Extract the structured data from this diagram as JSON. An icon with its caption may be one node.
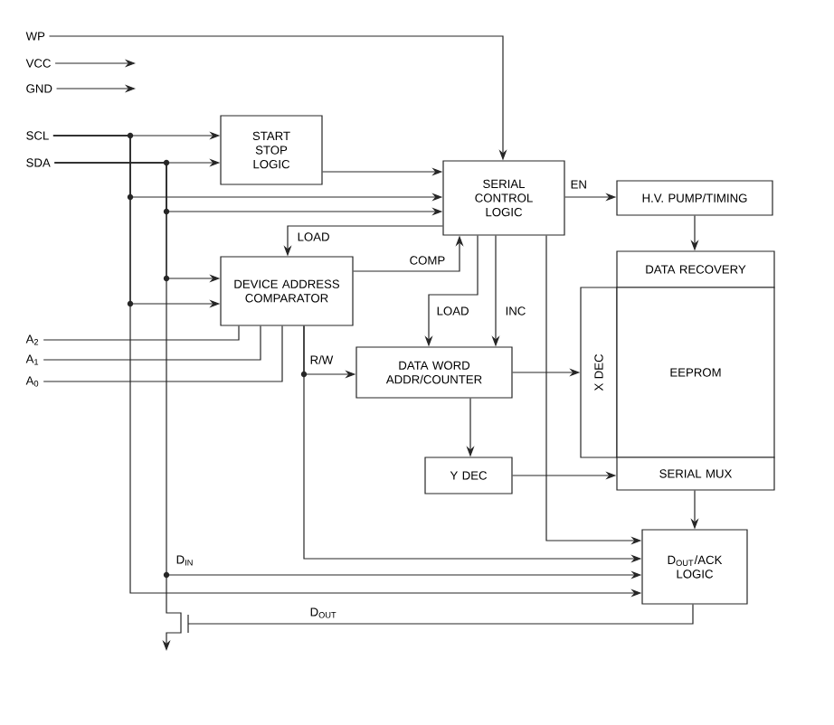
{
  "diagram": {
    "nodes": [
      {
        "text": [
          "WP"
        ]
      },
      {
        "text": [
          "VCC"
        ]
      },
      {
        "text": [
          "GND"
        ]
      },
      {
        "text": [
          "SCL"
        ]
      },
      {
        "text": [
          "SDA"
        ]
      },
      {
        "text": [
          "A$_{2}$"
        ]
      },
      {
        "text": [
          "A$_{1}$"
        ]
      },
      {
        "text": [
          "A$_{0}$"
        ]
      },
      {
        "text": [
          "START STOP LOGIC"
        ]
      },
      {
        "text": [
          "SERIAL CONTROL LOGIC"
        ]
      },
      {
        "text": [
          "H.V. PUMP/TIMING"
        ]
      },
      {
        "text": [
          "DEVICE ADDRESS COMPARATOR"
        ]
      },
      {
        "text": [
          "DATA WORD ADDR/COUNTER"
        ]
      },
      {
        "text": [
          "DATA RECOVERY"
        ]
      },
      {
        "text": [
          "X DEC"
        ]
      },
      {
        "text": [
          "EEPROM"
        ]
      },
      {
        "text": [
          "Y DEC"
        ]
      },
      {
        "text": [
          "SERIAL MUX"
        ]
      },
      {
        "text": [
          "D$_{OUT}$/ACK LOGIC"
        ]
      }
    ],
    "edges": [
      {
        "from": 0,
        "to": 9,
        "arrow": "to"
      },
      {
        "from": 1,
        "to": null,
        "arrow": "to"
      },
      {
        "from": 2,
        "to": null,
        "arrow": "to"
      },
      {
        "from": 3,
        "to": 8,
        "arrow": "to"
      },
      {
        "from": 4,
        "to": 8,
        "arrow": "to"
      },
      {
        "from": 3,
        "to": 9,
        "arrow": "to"
      },
      {
        "from": 4,
        "to": 9,
        "arrow": "to"
      },
      {
        "from": 4,
        "to": 11,
        "arrow": "to"
      },
      {
        "from": 3,
        "to": 11,
        "arrow": "to"
      },
      {
        "from": 4,
        "to": 18,
        "arrow": "to",
        "label": "D$_{IN}$"
      },
      {
        "from": 3,
        "to": 18,
        "arrow": "to"
      },
      {
        "from": 18,
        "to": null,
        "arrow": "none",
        "label": "D$_{OUT}$"
      },
      {
        "from": 8,
        "to": 9,
        "arrow": "to"
      },
      {
        "from": 9,
        "to": 11,
        "arrow": "to",
        "label": "LOAD"
      },
      {
        "from": 11,
        "to": 9,
        "arrow": "to",
        "label": "COMP"
      },
      {
        "from": 9,
        "to": 12,
        "arrow": "to",
        "label": "LOAD"
      },
      {
        "from": 9,
        "to": 12,
        "arrow": "to",
        "label": "INC"
      },
      {
        "from": 9,
        "to": 18,
        "arrow": "to"
      },
      {
        "from": 9,
        "to": 10,
        "arrow": "to",
        "label": "EN"
      },
      {
        "from": 10,
        "to": 13,
        "arrow": "to"
      },
      {
        "from": 5,
        "to": 11,
        "arrow": "none"
      },
      {
        "from": 6,
        "to": 11,
        "arrow": "none"
      },
      {
        "from": 7,
        "to": 11,
        "arrow": "none"
      },
      {
        "from": 11,
        "to": 12,
        "arrow": "to",
        "label": "R/W"
      },
      {
        "from": 11,
        "to": 18,
        "arrow": "to"
      },
      {
        "from": 12,
        "to": 14,
        "arrow": "to"
      },
      {
        "from": 12,
        "to": 16,
        "arrow": "to"
      },
      {
        "from": 16,
        "to": 17,
        "arrow": "to"
      },
      {
        "from": 17,
        "to": 18,
        "arrow": "to"
      }
    ]
  }
}
